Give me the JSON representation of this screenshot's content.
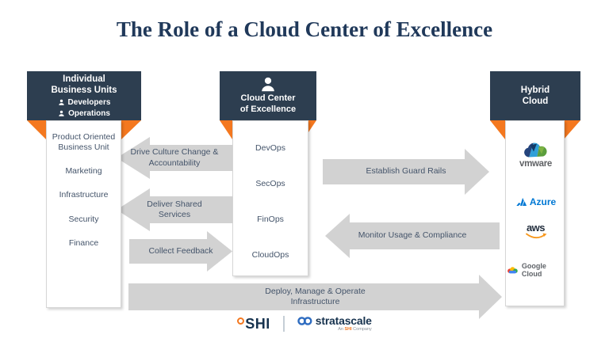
{
  "title": "The Role of a Cloud Center of Excellence",
  "left_column": {
    "header": "Individual Business Units",
    "roles": [
      {
        "label": "Developers"
      },
      {
        "label": "Operations"
      }
    ],
    "items": [
      "Product Oriented Business Unit",
      "Marketing",
      "Infrastructure",
      "Security",
      "Finance"
    ]
  },
  "center_column": {
    "header": "Cloud Center of Excellence",
    "items": [
      "DevOps",
      "SecOps",
      "FinOps",
      "CloudOps"
    ]
  },
  "right_column": {
    "header": "Hybrid Cloud",
    "providers": [
      {
        "name": "VMware",
        "label": "vmware"
      },
      {
        "name": "Microsoft Azure",
        "label": "Azure"
      },
      {
        "name": "Amazon Web Services",
        "label": "aws"
      },
      {
        "name": "Google Cloud",
        "label": "Google Cloud"
      }
    ]
  },
  "arrows": {
    "drive_culture": {
      "label": "Drive Culture Change & Accountability",
      "direction": "left"
    },
    "deliver_shared": {
      "label": "Deliver Shared Services",
      "direction": "left"
    },
    "collect_feedback": {
      "label": "Collect Feedback",
      "direction": "right"
    },
    "establish_guard_rails": {
      "label": "Establish Guard Rails",
      "direction": "right"
    },
    "monitor_usage": {
      "label": "Monitor Usage & Compliance",
      "direction": "left"
    },
    "deploy_manage": {
      "label": "Deploy, Manage & Operate Infrastructure",
      "direction": "right"
    }
  },
  "footer": {
    "shi": "SHI",
    "stratascale": "stratascale",
    "tagline_prefix": "An ",
    "tagline_brand": "SHI",
    "tagline_suffix": " Company"
  },
  "colors": {
    "header_bg": "#2d3e50",
    "accent_orange": "#f4781f",
    "arrow_gray": "#d2d2d2",
    "body_text": "#44546a",
    "title_navy": "#20395a",
    "azure_blue": "#0078d4",
    "aws_orange": "#f7981d"
  }
}
